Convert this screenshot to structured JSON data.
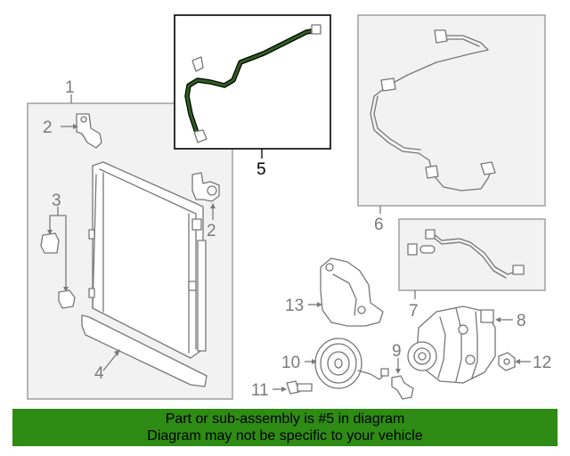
{
  "diagram": {
    "callouts": {
      "c1": "1",
      "c2a": "2",
      "c2b": "2",
      "c3": "3",
      "c4": "4",
      "c5": "5",
      "c6": "6",
      "c7": "7",
      "c8": "8",
      "c9": "9",
      "c10": "10",
      "c11": "11",
      "c12": "12",
      "c13": "13"
    },
    "highlight_part": "5"
  },
  "banner": {
    "line1": "Part or sub-assembly is #5 in diagram",
    "line2": "Diagram may not be specific to your vehicle"
  },
  "colors": {
    "banner": "#2e8b14",
    "highlight": "#2f5f1f",
    "part_stroke": "#777777",
    "box_fill": "#f2f2f2"
  }
}
